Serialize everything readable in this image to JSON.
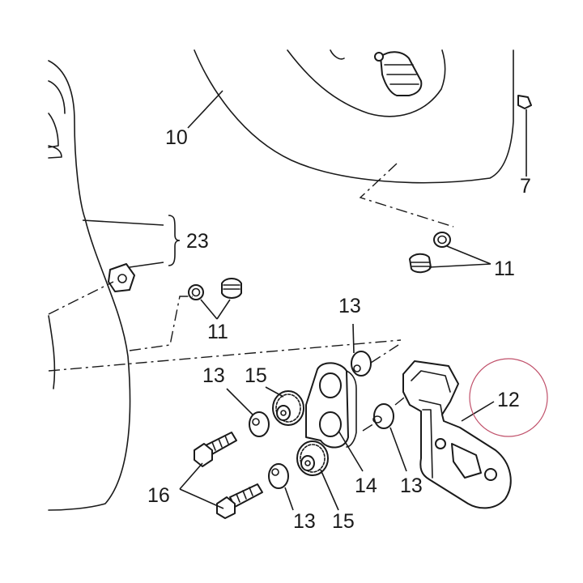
{
  "colors": {
    "line": "#1a1a1a",
    "background": "#ffffff",
    "highlight_circle": "#c0506a"
  },
  "callouts": {
    "c10": "10",
    "c7": "7",
    "c23": "23",
    "c11_right": "11",
    "c11_left": "11",
    "c13_top": "13",
    "c13_left": "13",
    "c15_top": "15",
    "c12": "12",
    "c13_mid": "13",
    "c14": "14",
    "c16": "16",
    "c13_bottom": "13",
    "c15_bottom": "15"
  },
  "highlight": {
    "part": "12"
  }
}
